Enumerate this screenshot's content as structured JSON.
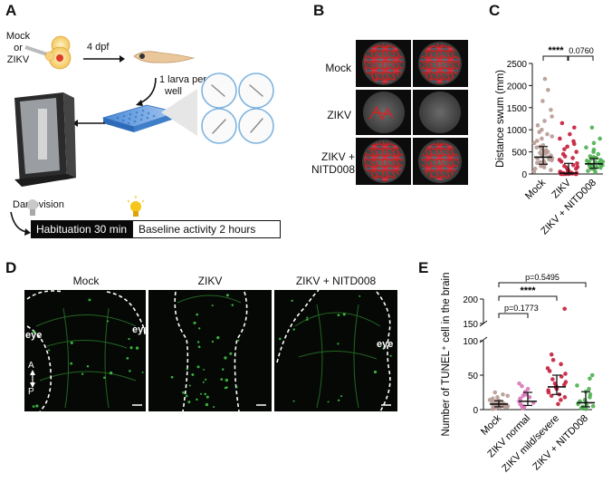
{
  "panels": {
    "a": "A",
    "b": "B",
    "c": "C",
    "d": "D",
    "e": "E"
  },
  "panelA": {
    "injection": [
      "Mock",
      "or",
      "ZIKV"
    ],
    "dpf": "4 dpf",
    "perwell": [
      "1 larva per",
      "well"
    ],
    "device": "Daniovision",
    "habituation": "Habituation 30 min",
    "baseline": "Baseline activity 2 hours"
  },
  "panelB": {
    "rows": [
      "Mock",
      "ZIKV",
      "ZIKV +",
      "NITD008"
    ]
  },
  "panelD": {
    "titles": [
      "Mock",
      "ZIKV",
      "ZIKV + NITD008"
    ],
    "eye": "eye",
    "axis_a": "A",
    "axis_p": "P"
  },
  "chart_data": [
    {
      "type": "scatter",
      "ylabel": "Distance swum (mm)",
      "categories": [
        "Mock",
        "ZIKV",
        "ZIKV + NITD008"
      ],
      "yticks": [
        "0",
        "500",
        "1000",
        "1500",
        "2000",
        "2500"
      ],
      "ylim": [
        0,
        2500
      ],
      "colors": [
        "#b79a94",
        "#c41e3a",
        "#4caf50"
      ],
      "medians": [
        380,
        20,
        230
      ],
      "iqr": [
        [
          220,
          620
        ],
        [
          0,
          240
        ],
        [
          130,
          350
        ]
      ],
      "series": [
        {
          "values": [
            50,
            90,
            120,
            150,
            180,
            200,
            230,
            250,
            270,
            290,
            310,
            330,
            350,
            360,
            380,
            400,
            420,
            440,
            460,
            480,
            500,
            520,
            540,
            560,
            600,
            620,
            650,
            700,
            750,
            800,
            850,
            900,
            950,
            1000,
            1100,
            1200,
            1300,
            1450,
            1650,
            1900,
            2150
          ]
        },
        {
          "values": [
            0,
            0,
            0,
            0,
            0,
            0,
            0,
            10,
            10,
            20,
            20,
            30,
            40,
            50,
            60,
            80,
            100,
            120,
            140,
            160,
            180,
            200,
            240,
            280,
            320,
            360,
            400,
            450,
            500,
            560,
            620,
            680,
            740,
            800,
            900,
            1050,
            1150
          ]
        },
        {
          "values": [
            40,
            70,
            100,
            120,
            140,
            160,
            170,
            190,
            200,
            210,
            220,
            230,
            240,
            250,
            260,
            270,
            280,
            300,
            320,
            340,
            360,
            380,
            400,
            450,
            500,
            550,
            600,
            700,
            800,
            1050
          ]
        }
      ],
      "significance": [
        {
          "from": 0,
          "to": 1,
          "text": "****"
        },
        {
          "from": 1,
          "to": 2,
          "text": "0.0760"
        }
      ]
    },
    {
      "type": "scatter",
      "ylabel": "Number of TUNEL⁺ cell in the brain",
      "categories": [
        "Mock",
        "ZIKV normal",
        "ZIKV mild/severe",
        "ZIKV + NITD008"
      ],
      "yticks": [
        "0",
        "50",
        "100",
        "150",
        "200"
      ],
      "ylim": [
        0,
        200
      ],
      "axis_break": [
        100,
        150
      ],
      "colors": [
        "#b79a94",
        "#d977b7",
        "#c41e3a",
        "#4caf50"
      ],
      "medians": [
        8,
        12,
        33,
        10
      ],
      "iqr": [
        [
          4,
          13
        ],
        [
          6,
          25
        ],
        [
          22,
          50
        ],
        [
          4,
          26
        ]
      ],
      "series": [
        {
          "values": [
            1,
            2,
            3,
            4,
            4,
            5,
            5,
            6,
            6,
            7,
            7,
            8,
            8,
            9,
            9,
            10,
            10,
            11,
            12,
            13,
            14,
            16,
            18,
            20,
            22,
            25
          ]
        },
        {
          "values": [
            2,
            4,
            5,
            6,
            8,
            10,
            12,
            14,
            16,
            18,
            20,
            22,
            24,
            26,
            30,
            34,
            38
          ]
        },
        {
          "values": [
            8,
            14,
            18,
            20,
            22,
            25,
            28,
            30,
            32,
            34,
            36,
            38,
            40,
            44,
            48,
            52,
            56,
            60,
            66,
            72,
            80,
            180
          ]
        },
        {
          "values": [
            1,
            2,
            4,
            5,
            6,
            8,
            10,
            12,
            14,
            18,
            22,
            26,
            30,
            35,
            45,
            50
          ]
        }
      ],
      "significance": [
        {
          "from": 0,
          "to": 1,
          "text": "p=0.1773"
        },
        {
          "from": 0,
          "to": 2,
          "text": "****"
        },
        {
          "from": 0,
          "to": 3,
          "text": "p=0.5495"
        }
      ]
    }
  ]
}
